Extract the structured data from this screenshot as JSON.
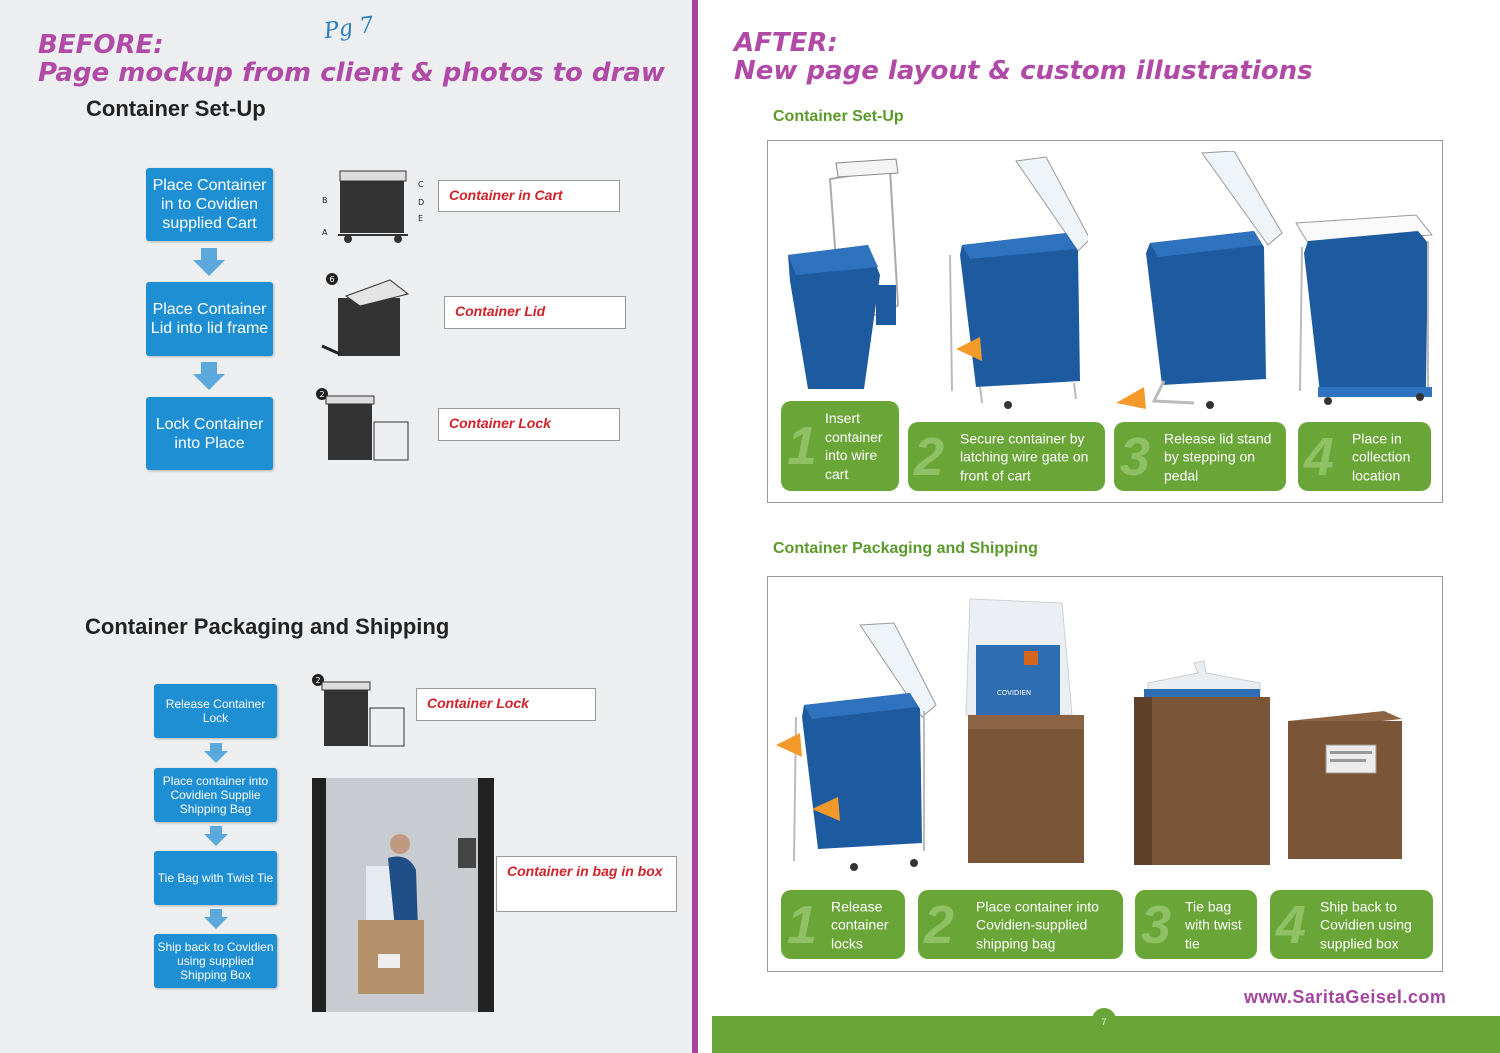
{
  "before": {
    "heading_line1": "BEFORE:",
    "heading_line2": "Page mockup from client & photos to draw",
    "handwritten_note": "Pg 7",
    "setup": {
      "title": "Container Set-Up",
      "steps": [
        "Place Container in to Covidien supplied Cart",
        "Place Container Lid into lid frame",
        "Lock Container into Place"
      ],
      "labels": [
        "Container in Cart",
        "Container Lid",
        "Container Lock"
      ],
      "callout_letters": [
        "C",
        "B",
        "D",
        "E",
        "A"
      ],
      "marker_numbers": [
        "6",
        "2"
      ]
    },
    "packaging": {
      "title": "Container Packaging and Shipping",
      "steps": [
        "Release Container Lock",
        "Place container into Covidien Supplie Shipping Bag",
        "Tie Bag with Twist Tie",
        "Ship back to Covidien using supplied Shipping Box"
      ],
      "labels": [
        "Container Lock",
        "Container in bag in box"
      ],
      "marker_numbers": [
        "2"
      ]
    }
  },
  "after": {
    "heading_line1": "AFTER:",
    "heading_line2": "New page layout & custom illustrations",
    "setup": {
      "title": "Container Set-Up",
      "steps": [
        {
          "num": "1",
          "text": "Insert container into wire cart"
        },
        {
          "num": "2",
          "text": "Secure container by latching wire gate on front of cart"
        },
        {
          "num": "3",
          "text": "Release lid stand by stepping on pedal"
        },
        {
          "num": "4",
          "text": "Place in collection location"
        }
      ]
    },
    "packaging": {
      "title": "Container Packaging and Shipping",
      "steps": [
        {
          "num": "1",
          "text": "Release container locks"
        },
        {
          "num": "2",
          "text": "Place container into Covidien-supplied shipping bag"
        },
        {
          "num": "3",
          "text": "Tie bag with twist tie"
        },
        {
          "num": "4",
          "text": "Ship back to Covidien using supplied box"
        }
      ]
    },
    "brand_text": "COVIDIEN",
    "page_number": "7",
    "website": "www.SaritaGeisel.com"
  },
  "colors": {
    "purple": "#b04aa6",
    "flow_blue": "#1f8fd4",
    "green": "#6aa538",
    "label_red": "#d0222a",
    "container_blue": "#1e5aa0",
    "box_brown": "#7b5538",
    "arrow_orange": "#f39a2a"
  }
}
